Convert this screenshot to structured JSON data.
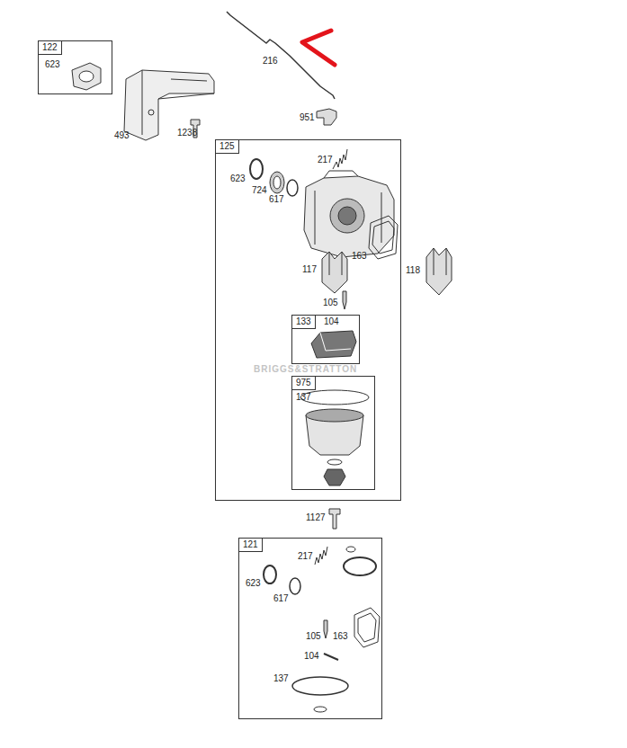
{
  "diagram": {
    "nodes": [
      {
        "text": [
          "122",
          "623"
        ]
      },
      {
        "text": [
          "125",
          "217",
          "623",
          "724",
          "617",
          "163",
          "117",
          "105"
        ]
      },
      {
        "text": [
          "133",
          "104"
        ],
        "in": 1
      },
      {
        "text": [
          "975",
          "137"
        ],
        "in": 1
      },
      {
        "text": [
          "121",
          "217",
          "623",
          "617",
          "105",
          "163",
          "104",
          "137"
        ]
      }
    ],
    "edges": [],
    "labels": [
      "216",
      "951",
      "493",
      "1238",
      "118",
      "1127",
      "BRIGGS&STRATTON"
    ]
  }
}
